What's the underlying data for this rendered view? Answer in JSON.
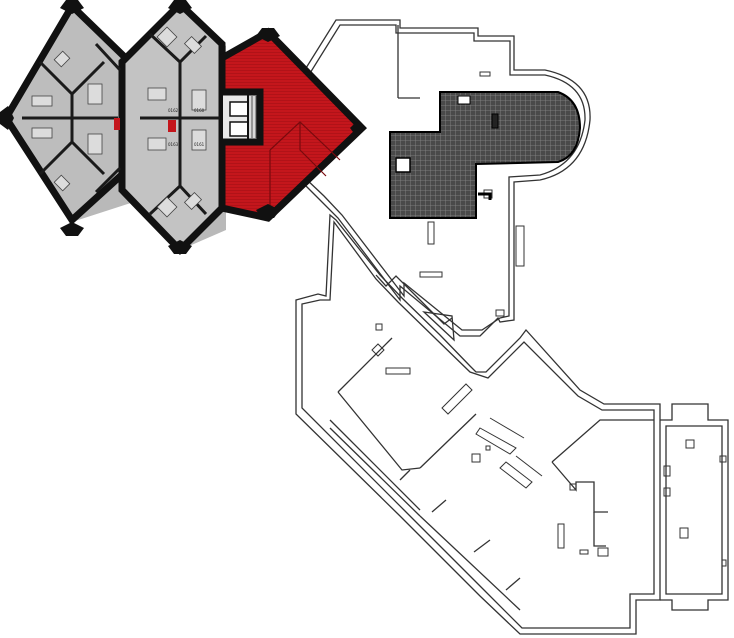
{
  "floor_plan": {
    "room_labels": [
      {
        "id": "lbl-1",
        "text": "0162"
      },
      {
        "id": "lbl-2",
        "text": "0163"
      },
      {
        "id": "lbl-3",
        "text": "0160"
      },
      {
        "id": "lbl-4",
        "text": "0161"
      }
    ],
    "colors": {
      "highlight": "#c4161c",
      "wall": "#111111",
      "interior_floor": "#b9b9b9",
      "hatched_roof": "#555555",
      "outline": "#333333",
      "background": "#ffffff"
    }
  }
}
